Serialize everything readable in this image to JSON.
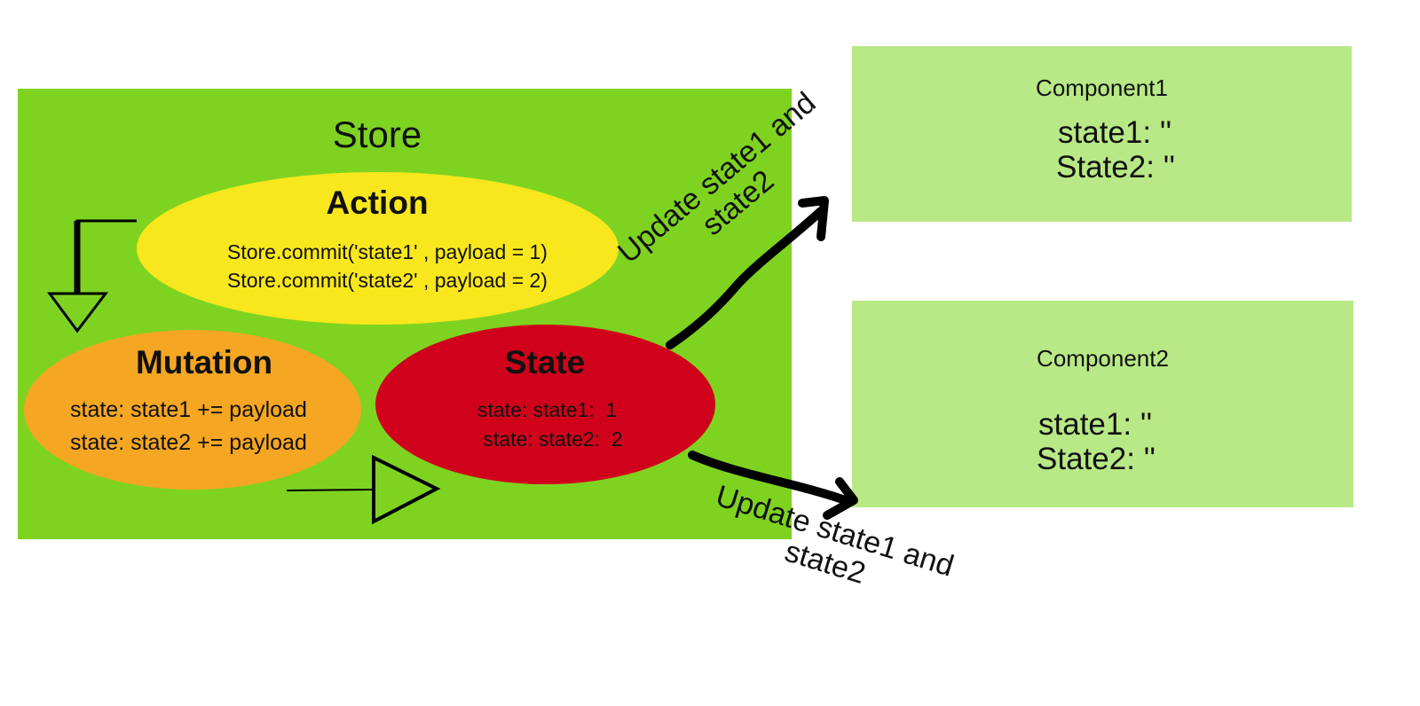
{
  "store": {
    "title": "Store",
    "action": {
      "title": "Action",
      "lines": [
        "Store.commit('state1' , payload = 1)",
        "Store.commit('state2' , payload = 2)"
      ]
    },
    "mutation": {
      "title": "Mutation",
      "lines": [
        "state: state1 += payload",
        "state: state2 += payload"
      ]
    },
    "state": {
      "title": "State",
      "lines": [
        "state: state1:  1",
        " state: state2:  2"
      ]
    }
  },
  "components": [
    {
      "title": "Component1",
      "lines": [
        "state1: ''",
        "State2: ''"
      ]
    },
    {
      "title": "Component2",
      "lines": [
        "state1: ''",
        "State2: ''"
      ]
    }
  ],
  "edge_labels": {
    "to_component1": [
      "Update state1 and",
      "state2"
    ],
    "to_component2": [
      "Update state1 and",
      "state2"
    ]
  },
  "colors": {
    "store": "#7ed321",
    "action": "#f8e71c",
    "mutation": "#f5a623",
    "state": "#d0021b",
    "component": "#b8e986"
  }
}
